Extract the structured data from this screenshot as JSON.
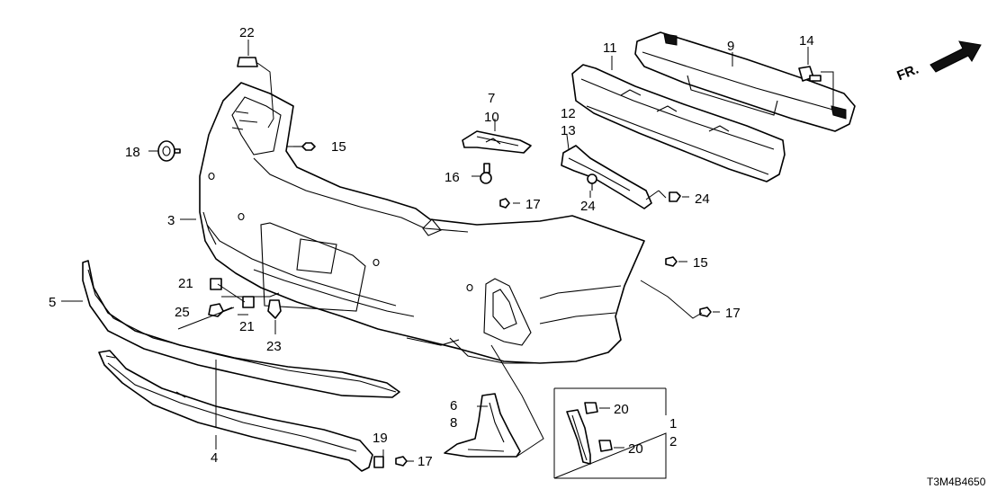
{
  "diagram": {
    "code": "T3M4B4650",
    "direction_label": "FR.",
    "callouts": {
      "c1": "1",
      "c2": "2",
      "c3": "3",
      "c4": "4",
      "c5": "5",
      "c6": "6",
      "c7": "7",
      "c8": "8",
      "c9": "9",
      "c10": "10",
      "c11": "11",
      "c12": "12",
      "c13": "13",
      "c14": "14",
      "c15a": "15",
      "c15b": "15",
      "c16": "16",
      "c17a": "17",
      "c17b": "17",
      "c17c": "17",
      "c18": "18",
      "c19": "19",
      "c20a": "20",
      "c20b": "20",
      "c21a": "21",
      "c21b": "21",
      "c22": "22",
      "c23": "23",
      "c24a": "24",
      "c24b": "24",
      "c25": "25"
    }
  }
}
